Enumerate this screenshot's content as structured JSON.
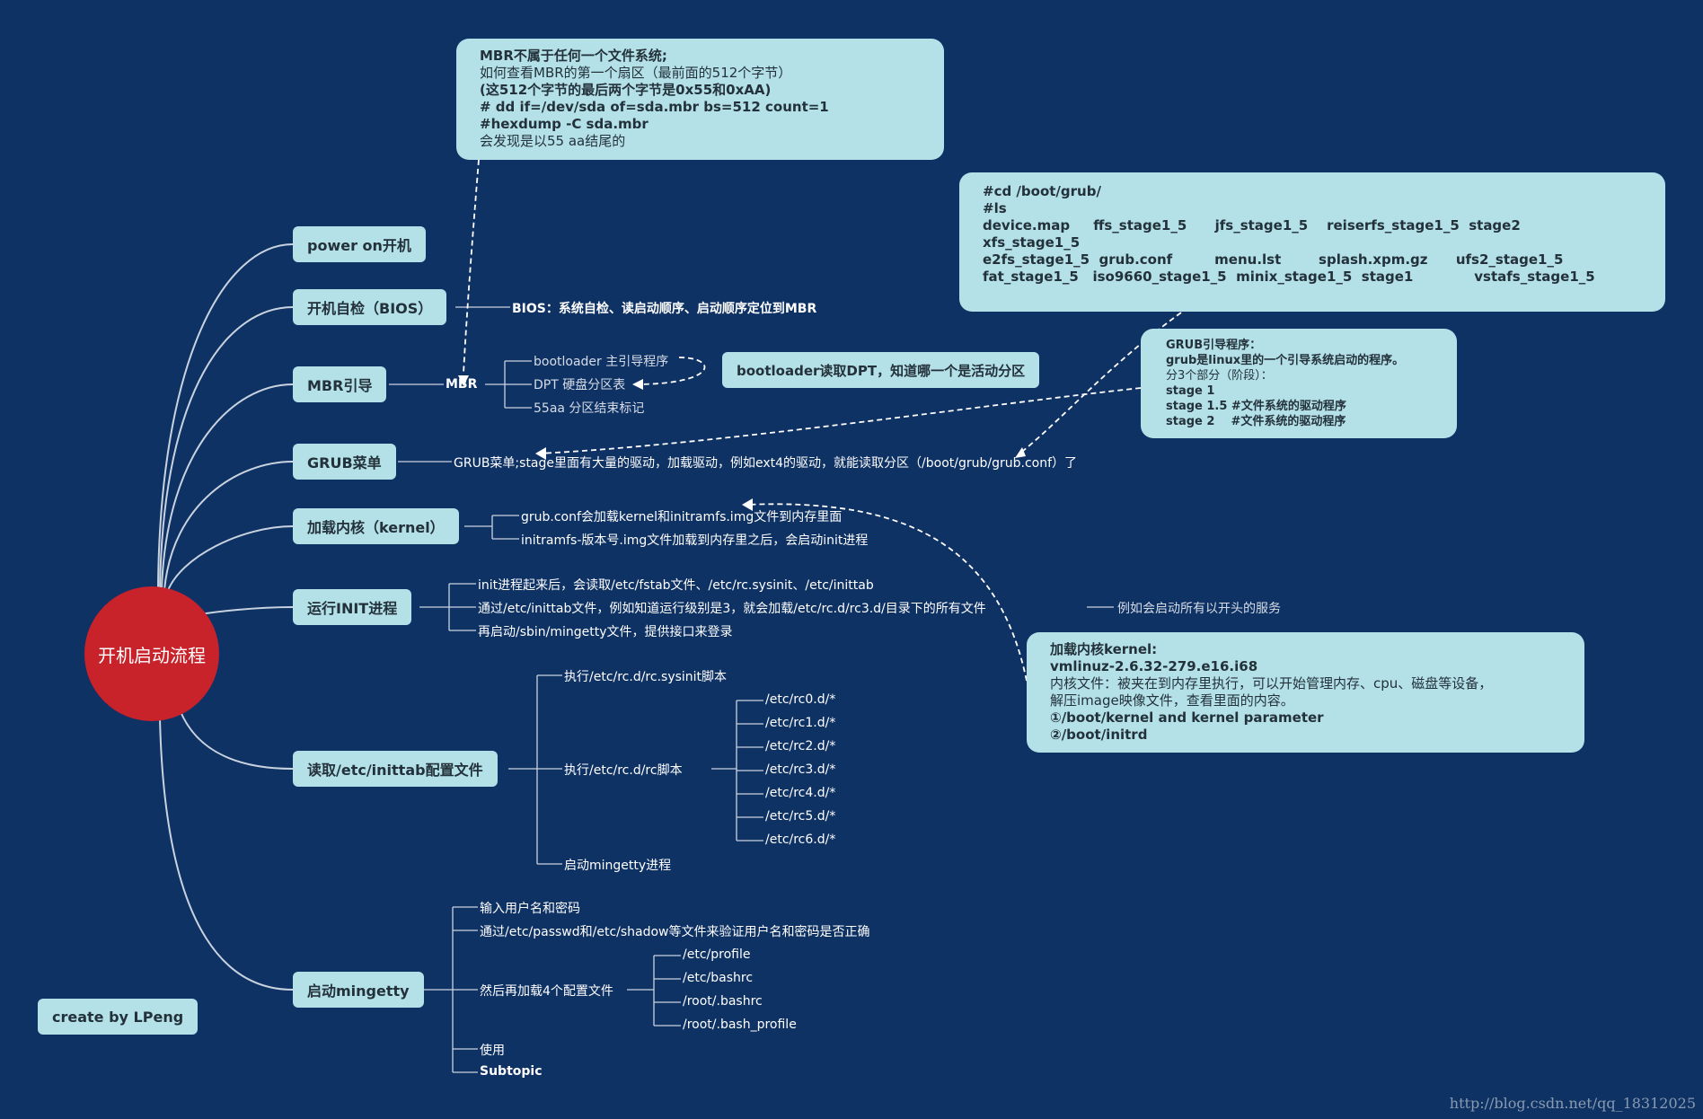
{
  "root": "开机启动流程",
  "credit": "create by LPeng",
  "watermark": "http://blog.csdn.net/qq_18312025",
  "branches": [
    {
      "label": "power on开机"
    },
    {
      "label": "开机自检（BIOS）",
      "note": "BIOS：系统自检、读启动顺序、启动顺序定位到MBR"
    },
    {
      "label": "MBR引导",
      "sub": "MBR",
      "items": [
        "bootloader 主引导程序",
        "DPT 硬盘分区表",
        "55aa 分区结束标记"
      ],
      "bootloader_note": "bootloader读取DPT，知道哪一个是活动分区"
    },
    {
      "label": "GRUB菜单",
      "note": "GRUB菜单;stage里面有大量的驱动，加载驱动，例如ext4的驱动，就能读取分区（/boot/grub/grub.conf）了"
    },
    {
      "label": "加载内核（kernel）",
      "items": [
        "grub.conf会加载kernel和initramfs.img文件到内存里面",
        "initramfs-版本号.img文件加载到内存里之后，会启动init进程"
      ]
    },
    {
      "label": "运行INIT进程",
      "items": [
        "init进程起来后，会读取/etc/fstab文件、/etc/rc.sysinit、/etc/inittab",
        "通过/etc/inittab文件，例如知道运行级别是3，就会加载/etc/rc.d/rc3.d/目录下的所有文件",
        "再启动/sbin/mingetty文件，提供接口来登录"
      ],
      "extra": "例如会启动所有以开头的服务"
    },
    {
      "label": "读取/etc/inittab配置文件",
      "items": [
        "执行/etc/rc.d/rc.sysinit脚本",
        "执行/etc/rc.d/rc脚本",
        "启动mingetty进程"
      ],
      "rc_dirs": [
        "/etc/rc0.d/*",
        "/etc/rc1.d/*",
        "/etc/rc2.d/*",
        "/etc/rc3.d/*",
        "/etc/rc4.d/*",
        "/etc/rc5.d/*",
        "/etc/rc6.d/*"
      ]
    },
    {
      "label": "启动mingetty",
      "items": [
        "输入用户名和密码",
        "通过/etc/passwd和/etc/shadow等文件来验证用户名和密码是否正确",
        "然后再加载4个配置文件",
        "使用",
        "Subtopic"
      ],
      "config_files": [
        "/etc/profile",
        "/etc/bashrc",
        "/root/.bashrc",
        "/root/.bash_profile"
      ]
    }
  ],
  "callouts": {
    "mbr": [
      "MBR不属于任何一个文件系统;",
      "如何查看MBR的第一个扇区（最前面的512个字节）",
      "(这512个字节的最后两个字节是0x55和0xAA)",
      "# dd if=/dev/sda of=sda.mbr bs=512 count=1",
      "#hexdump -C sda.mbr",
      "会发现是以55 aa结尾的"
    ],
    "grubdir": [
      "#cd /boot/grub/",
      "#ls",
      "device.map     ffs_stage1_5      jfs_stage1_5    reiserfs_stage1_5  stage2",
      "xfs_stage1_5",
      "e2fs_stage1_5  grub.conf         menu.lst        splash.xpm.gz      ufs2_stage1_5",
      "fat_stage1_5   iso9660_stage1_5  minix_stage1_5  stage1             vstafs_stage1_5"
    ],
    "grub": [
      "GRUB引导程序：",
      "grub是linux里的一个引导系统启动的程序。",
      "分3个部分（阶段）：",
      "stage 1",
      "stage 1.5 #文件系统的驱动程序",
      "stage 2    #文件系统的驱动程序"
    ],
    "kernel": [
      "加载内核kernel:",
      "vmlinuz-2.6.32-279.e16.i68",
      "内核文件：被夹在到内存里执行，可以开始管理内存、cpu、磁盘等设备，",
      "解压image映像文件，查看里面的内容。",
      "①/boot/kernel and kernel parameter",
      "②/boot/initrd"
    ]
  }
}
